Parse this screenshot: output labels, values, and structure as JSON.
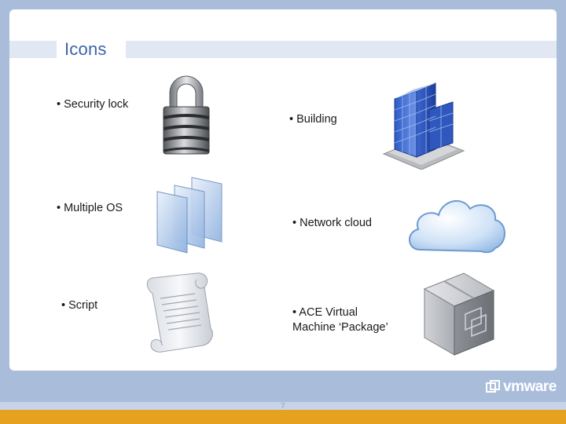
{
  "slide": {
    "title": "Icons",
    "page_number": "7",
    "brand": "vmware"
  },
  "items": [
    {
      "label": "• Security lock",
      "icon": "lock-icon"
    },
    {
      "label": "• Building",
      "icon": "building-icon"
    },
    {
      "label": "• Multiple OS",
      "icon": "multiple-os-icon"
    },
    {
      "label": "• Network cloud",
      "icon": "network-cloud-icon"
    },
    {
      "label": "• Script",
      "icon": "script-icon"
    },
    {
      "label_line1": "• ACE Virtual",
      "label_line2": "Machine ‘Package’",
      "icon": "ace-package-icon"
    }
  ],
  "colors": {
    "background": "#a9bddb",
    "title": "#3d63a8",
    "footer_bar": "#e6a21f"
  }
}
